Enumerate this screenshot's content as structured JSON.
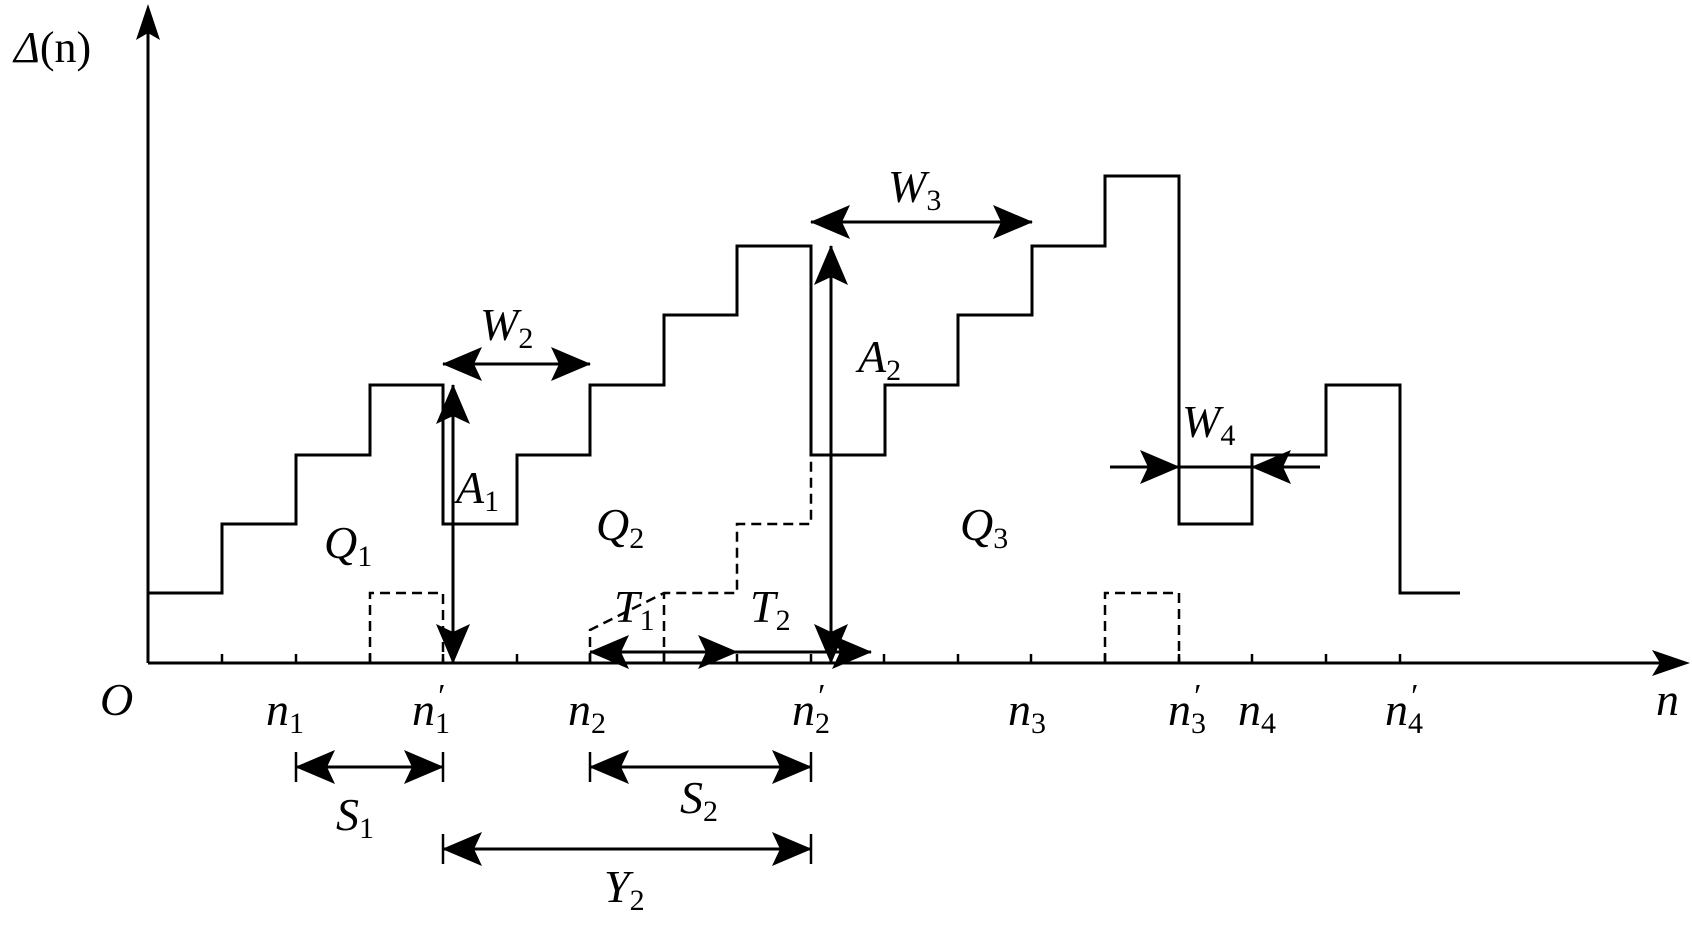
{
  "axes": {
    "y_label": {
      "main": "Δ",
      "paren": "(n)"
    },
    "x_label": "n",
    "origin": "O"
  },
  "x_ticks": [
    {
      "main": "n",
      "sub": "1",
      "prime": ""
    },
    {
      "main": "n",
      "sub": "1",
      "prime": "′"
    },
    {
      "main": "n",
      "sub": "2",
      "prime": ""
    },
    {
      "main": "n",
      "sub": "2",
      "prime": "′"
    },
    {
      "main": "n",
      "sub": "3",
      "prime": ""
    },
    {
      "main": "n",
      "sub": "3",
      "prime": "′"
    },
    {
      "main": "n",
      "sub": "4",
      "prime": ""
    },
    {
      "main": "n",
      "sub": "4",
      "prime": "′"
    }
  ],
  "annotations": [
    {
      "main": "W",
      "sub": "2"
    },
    {
      "main": "W",
      "sub": "3"
    },
    {
      "main": "W",
      "sub": "4"
    },
    {
      "main": "A",
      "sub": "1"
    },
    {
      "main": "A",
      "sub": "2"
    },
    {
      "main": "Q",
      "sub": "1"
    },
    {
      "main": "Q",
      "sub": "2"
    },
    {
      "main": "Q",
      "sub": "3"
    },
    {
      "main": "T",
      "sub": "1"
    },
    {
      "main": "T",
      "sub": "2"
    },
    {
      "main": "S",
      "sub": "1"
    },
    {
      "main": "S",
      "sub": "2"
    },
    {
      "main": "Y",
      "sub": "2"
    }
  ]
}
